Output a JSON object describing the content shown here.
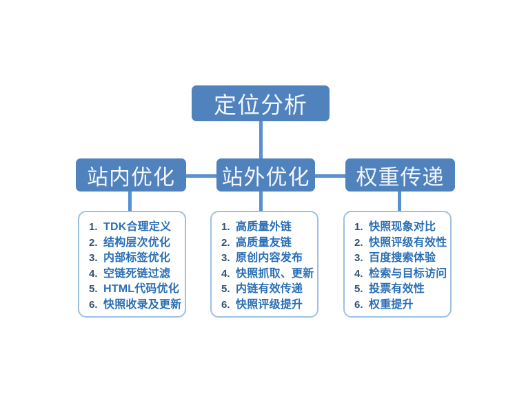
{
  "diagram": {
    "title_node": {
      "label": "定位分析"
    },
    "branches": [
      {
        "label": "站内优化",
        "items": [
          {
            "num": "1.",
            "text": "TDK合理定义"
          },
          {
            "num": "2.",
            "text": "结构层次优化"
          },
          {
            "num": "3.",
            "text": "内部标签优化"
          },
          {
            "num": "4.",
            "text": "空链死链过滤"
          },
          {
            "num": "5.",
            "text": "HTML代码优化"
          },
          {
            "num": "6.",
            "text": "快照收录及更新"
          }
        ]
      },
      {
        "label": "站外优化",
        "items": [
          {
            "num": "1.",
            "text": "高质量外链"
          },
          {
            "num": "2.",
            "text": "高质量友链"
          },
          {
            "num": "3.",
            "text": "原创内容发布"
          },
          {
            "num": "4.",
            "text": "快照抓取、更新"
          },
          {
            "num": "5.",
            "text": "内链有效传递"
          },
          {
            "num": "6.",
            "text": "快照评级提升"
          }
        ]
      },
      {
        "label": "权重传递",
        "items": [
          {
            "num": "1.",
            "text": "快照现象对比"
          },
          {
            "num": "2.",
            "text": "快照评级有效性"
          },
          {
            "num": "3.",
            "text": "百度搜索体验"
          },
          {
            "num": "4.",
            "text": "检索与目标访问"
          },
          {
            "num": "5.",
            "text": "投票有效性"
          },
          {
            "num": "6.",
            "text": "权重提升"
          }
        ]
      }
    ],
    "colors": {
      "node_fill": "#5082bd",
      "node_text": "#f2f6fb",
      "connector": "#5a8fd0",
      "card_border": "#9cc0e4",
      "list_number": "#32506e",
      "list_text": "#2a6fb5",
      "background": "#ffffff"
    }
  }
}
